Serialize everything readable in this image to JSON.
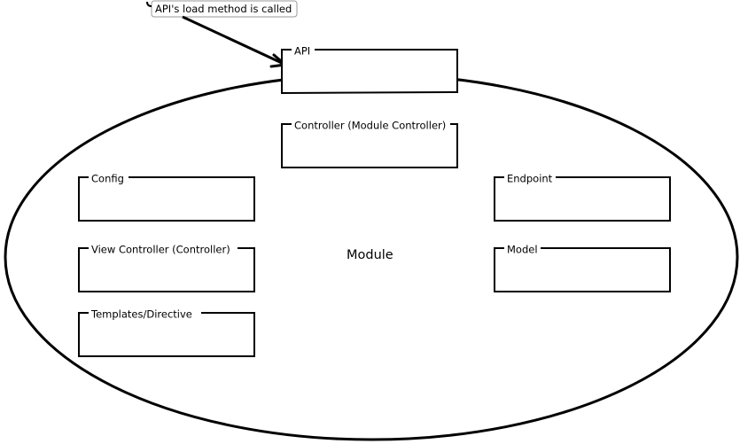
{
  "diagram": {
    "center_label": "Module",
    "note": "API's load method is called",
    "boxes": {
      "api": "API",
      "controller": "Controller (Module Controller)",
      "config": "Config",
      "view_controller": "View Controller (Controller)",
      "templates": "Templates/Directive",
      "endpoint": "Endpoint",
      "model": "Model"
    }
  }
}
